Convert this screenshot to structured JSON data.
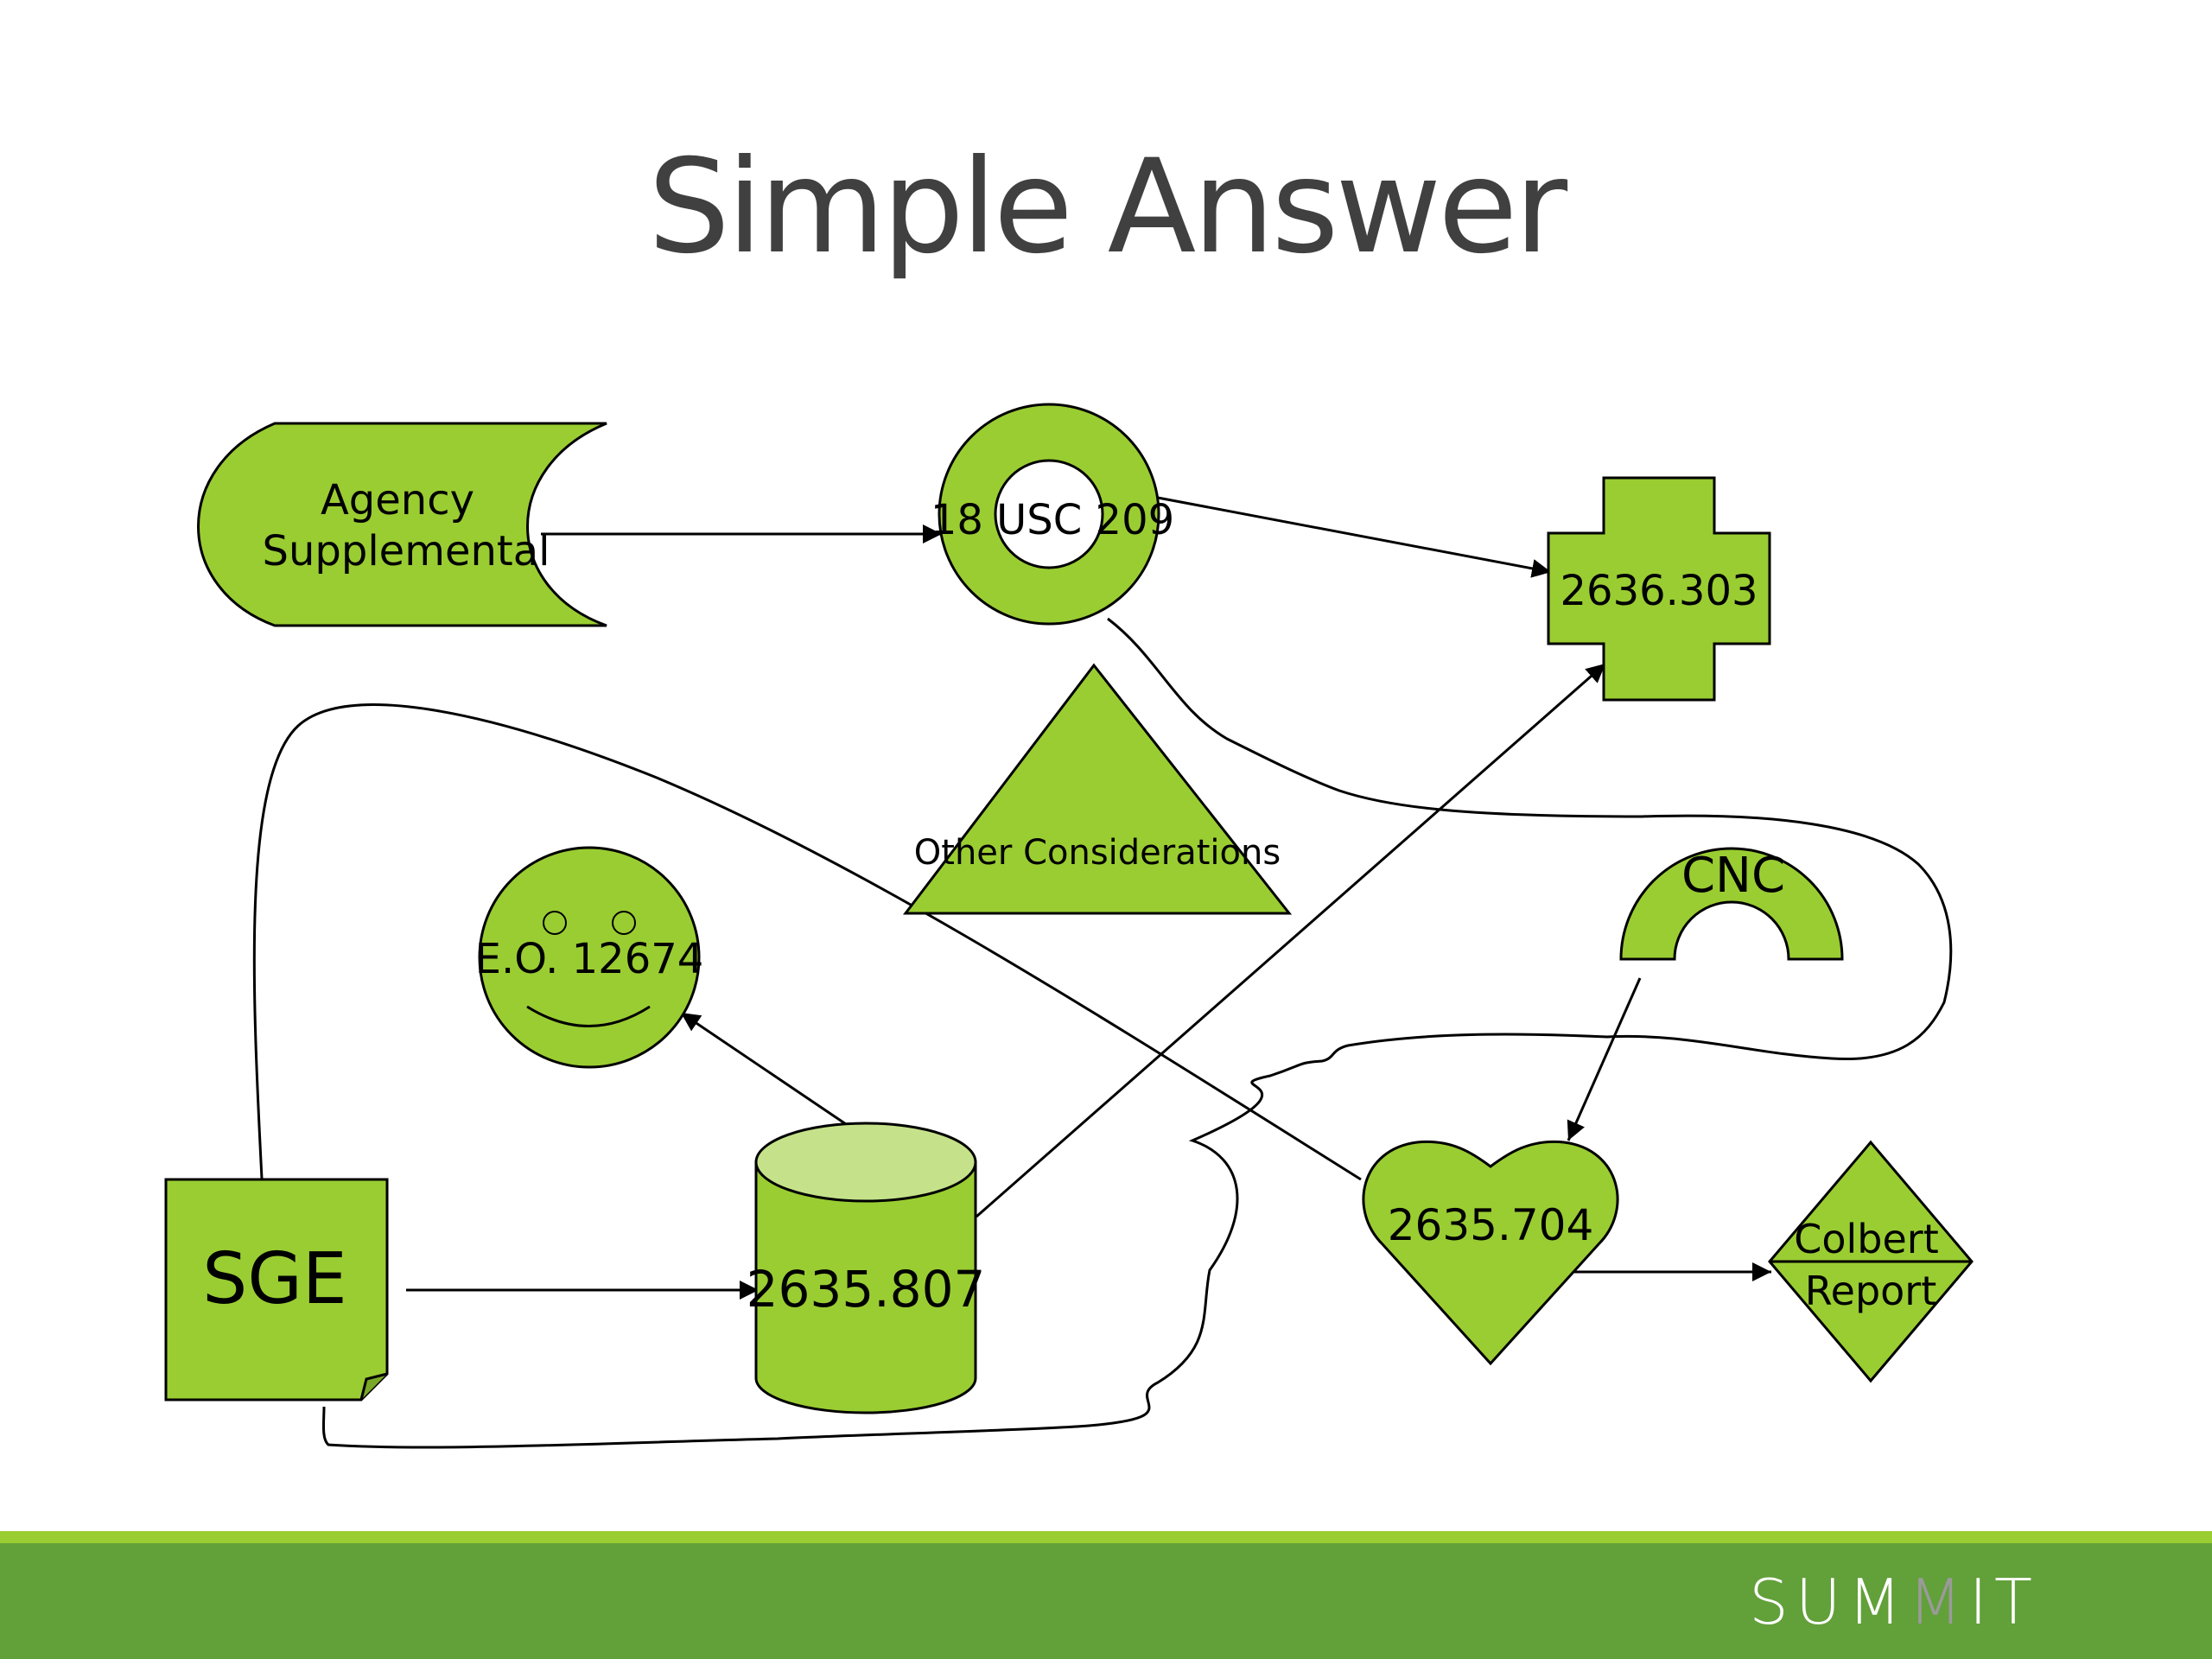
{
  "slide": {
    "title": "Simple Answer",
    "logo": {
      "part1": "SUM",
      "part2": "M",
      "part3": "IT"
    }
  },
  "nodes": {
    "agency_l1": "Agency",
    "agency_l2": "Supplemental",
    "usc": "18 USC 209",
    "cfr_303": "2636.303",
    "other": "Other Considerations",
    "eo": "E.O. 12674",
    "cnc": "CNC",
    "sge": "SGE",
    "cfr_807": "2635.807",
    "cfr_704": "2635.704",
    "colbert_l1": "Colbert",
    "colbert_l2": "Report"
  },
  "colors": {
    "shape_fill": "#9acd32",
    "cylinder_top": "#c5e28a",
    "title": "#404040",
    "footer": "#62a03a",
    "footer_line": "#9acd32"
  }
}
